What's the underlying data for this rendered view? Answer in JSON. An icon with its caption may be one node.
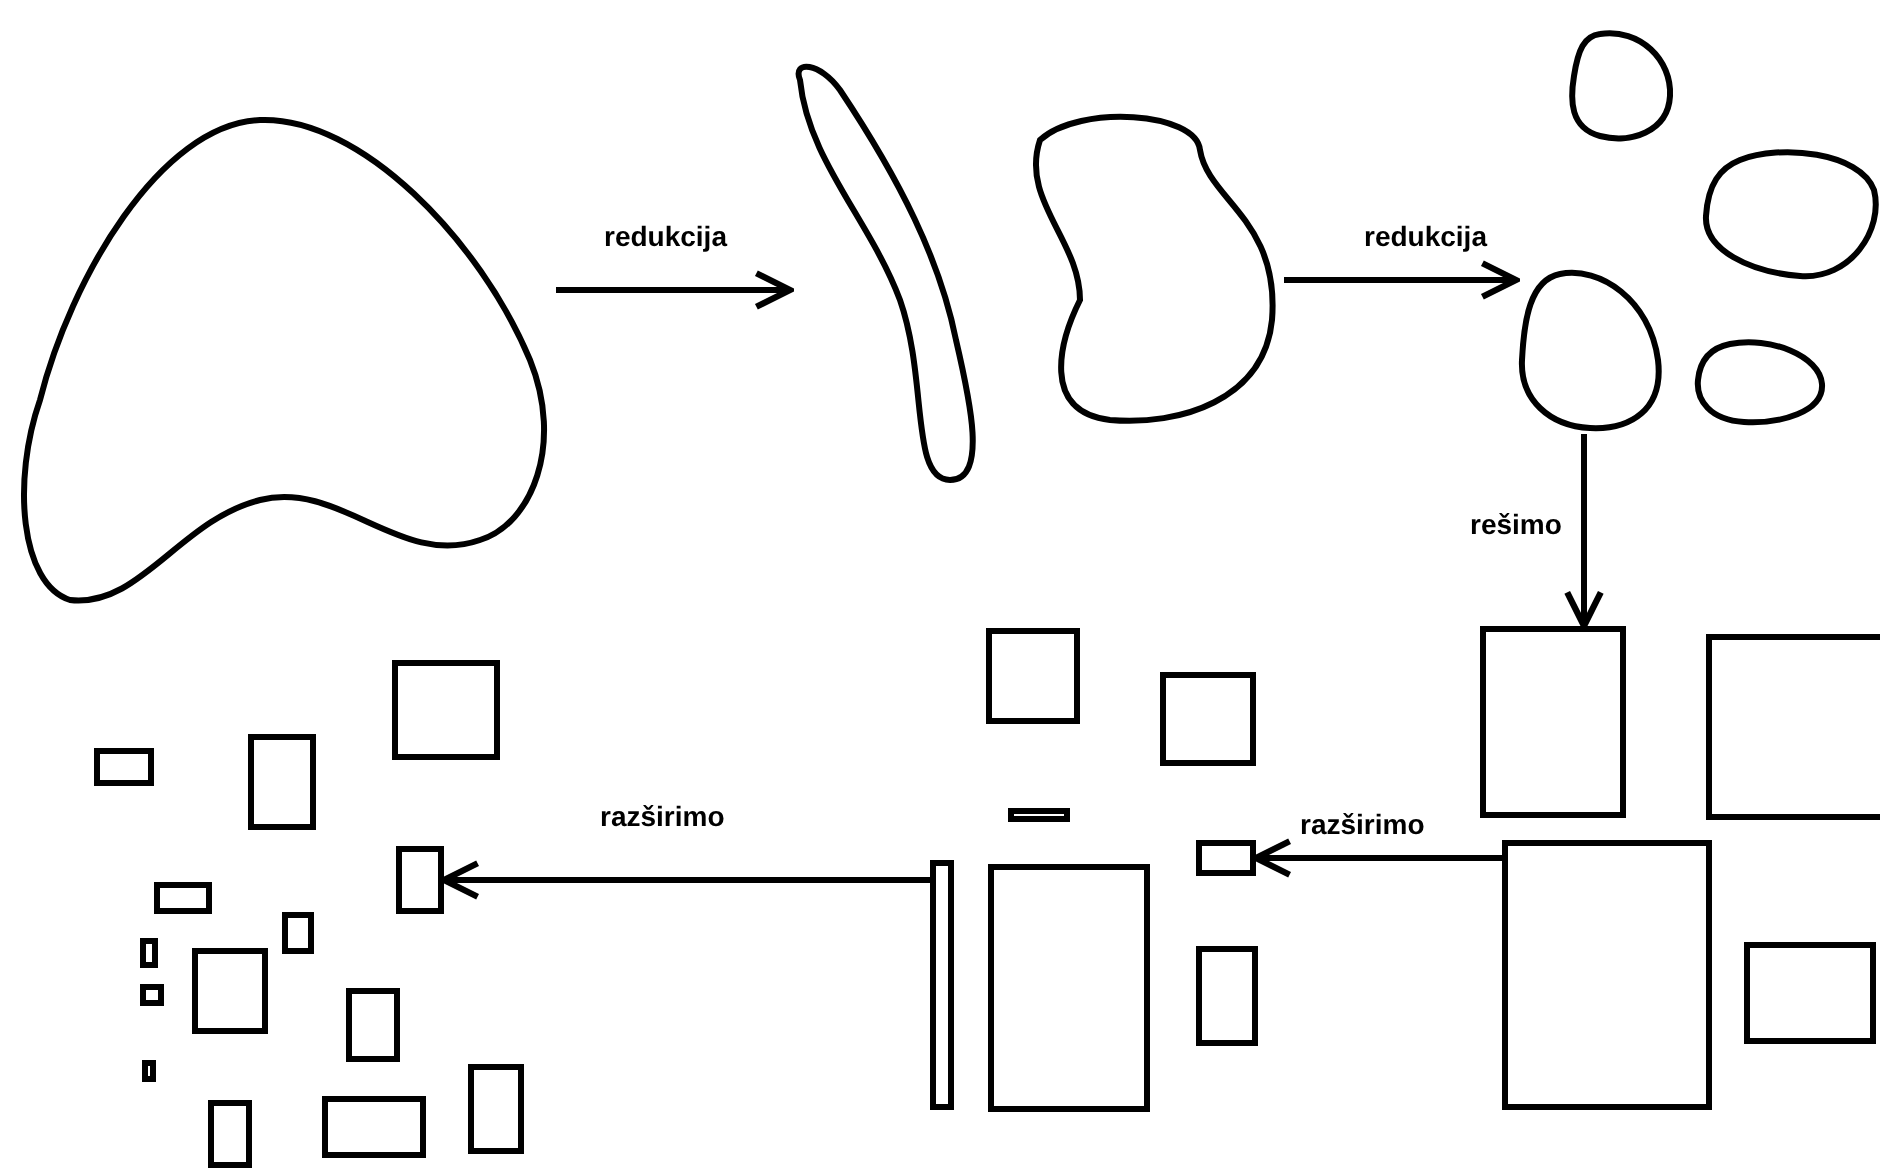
{
  "diagram": {
    "nodes": [
      {
        "text": [],
        "shape": "blob"
      },
      {
        "text": [],
        "shape": "blob"
      },
      {
        "text": [],
        "shape": "blob"
      },
      {
        "text": [],
        "shape": "blob"
      },
      {
        "text": [],
        "shape": "blob"
      },
      {
        "text": [],
        "shape": "blob"
      },
      {
        "text": [],
        "shape": "blob"
      },
      {
        "text": [],
        "shape": "box"
      },
      {
        "text": [],
        "shape": "box"
      },
      {
        "text": [],
        "shape": "box"
      },
      {
        "text": [],
        "shape": "box"
      },
      {
        "text": [],
        "shape": "box"
      },
      {
        "text": [],
        "shape": "box"
      },
      {
        "text": [],
        "shape": "box"
      },
      {
        "text": [],
        "shape": "box"
      },
      {
        "text": [],
        "shape": "box"
      },
      {
        "text": [],
        "shape": "box"
      },
      {
        "text": [],
        "shape": "box"
      },
      {
        "text": [],
        "shape": "box"
      },
      {
        "text": [],
        "shape": "box"
      },
      {
        "text": [],
        "shape": "box"
      },
      {
        "text": [],
        "shape": "box"
      },
      {
        "text": [],
        "shape": "box"
      },
      {
        "text": [],
        "shape": "box"
      },
      {
        "text": [],
        "shape": "box"
      },
      {
        "text": [],
        "shape": "box"
      },
      {
        "text": [],
        "shape": "box"
      },
      {
        "text": [],
        "shape": "box"
      },
      {
        "text": [],
        "shape": "box"
      },
      {
        "text": [],
        "shape": "box"
      },
      {
        "text": [],
        "shape": "box"
      },
      {
        "text": [],
        "shape": "box"
      }
    ],
    "edges": [
      {
        "from": 0,
        "to": 1,
        "arrow": "to",
        "label": "redukcija"
      },
      {
        "from": 2,
        "to": 5,
        "arrow": "to",
        "label": "redukcija"
      },
      {
        "from": 5,
        "to": 7,
        "arrow": "to",
        "label": "rešimo"
      },
      {
        "from": 9,
        "to": 14,
        "arrow": "to",
        "label": "razširimo"
      },
      {
        "from": 15,
        "to": 21,
        "arrow": "to",
        "label": "razširimo"
      }
    ]
  }
}
